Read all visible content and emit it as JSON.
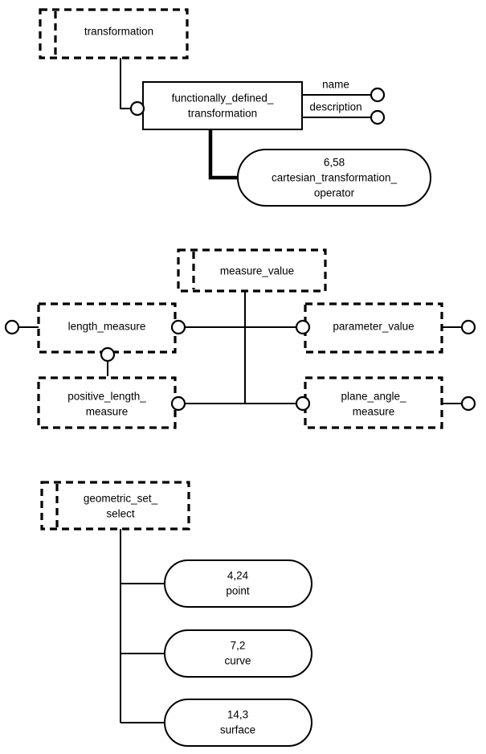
{
  "diagram": {
    "title": "EXPRESS-G entity relationship diagram",
    "style": {
      "background": "#ffffff",
      "line_color": "#000000",
      "text_color": "#000000"
    },
    "sections": [
      {
        "id": "transformation-section",
        "nodes": [
          {
            "id": "transformation",
            "kind": "page-reference-dashed",
            "lines": [
              "transformation"
            ]
          },
          {
            "id": "functionally-defined-transformation",
            "kind": "entity-box",
            "lines": [
              "functionally_defined_",
              "transformation"
            ]
          },
          {
            "id": "cartesian-transformation-operator",
            "kind": "rounded-reference",
            "lines": [
              "6,58",
              "cartesian_transformation_",
              "operator"
            ],
            "ref": "6,58",
            "name": "cartesian_transformation_operator"
          }
        ],
        "attributes": [
          {
            "id": "name-attribute",
            "label": "name"
          },
          {
            "id": "description-attribute",
            "label": "description"
          }
        ]
      },
      {
        "id": "measure-section",
        "nodes": [
          {
            "id": "measure-value",
            "kind": "page-reference-dashed",
            "lines": [
              "measure_value"
            ]
          },
          {
            "id": "length-measure",
            "kind": "select-dashed",
            "lines": [
              "length_measure"
            ]
          },
          {
            "id": "parameter-value",
            "kind": "select-dashed",
            "lines": [
              "parameter_value"
            ]
          },
          {
            "id": "positive-length-measure",
            "kind": "select-dashed",
            "lines": [
              "positive_length_",
              "measure"
            ]
          },
          {
            "id": "plane-angle-measure",
            "kind": "select-dashed",
            "lines": [
              "plane_angle_",
              "measure"
            ]
          }
        ]
      },
      {
        "id": "geometric-set-section",
        "nodes": [
          {
            "id": "geometric-set-select",
            "kind": "page-reference-dashed",
            "lines": [
              "geometric_set_",
              "select"
            ]
          },
          {
            "id": "point",
            "kind": "rounded-reference",
            "lines": [
              "4,24",
              "point"
            ],
            "ref": "4,24",
            "name": "point"
          },
          {
            "id": "curve",
            "kind": "rounded-reference",
            "lines": [
              "7,2",
              "curve"
            ],
            "ref": "7,2",
            "name": "curve"
          },
          {
            "id": "surface",
            "kind": "rounded-reference",
            "lines": [
              "14,3",
              "surface"
            ],
            "ref": "14,3",
            "name": "surface"
          }
        ]
      }
    ],
    "labels": {
      "transformation": "transformation",
      "fdt_line1": "functionally_defined_",
      "fdt_line2": "transformation",
      "name_attr": "name",
      "description_attr": "description",
      "cto_ref": "6,58",
      "cto_line1": "cartesian_transformation_",
      "cto_line2": "operator",
      "measure_value": "measure_value",
      "length_measure": "length_measure",
      "parameter_value": "parameter_value",
      "positive_length_line1": "positive_length_",
      "positive_length_line2": "measure",
      "plane_angle_line1": "plane_angle_",
      "plane_angle_line2": "measure",
      "gss_line1": "geometric_set_",
      "gss_line2": "select",
      "point_ref": "4,24",
      "point_name": "point",
      "curve_ref": "7,2",
      "curve_name": "curve",
      "surface_ref": "14,3",
      "surface_name": "surface"
    }
  }
}
